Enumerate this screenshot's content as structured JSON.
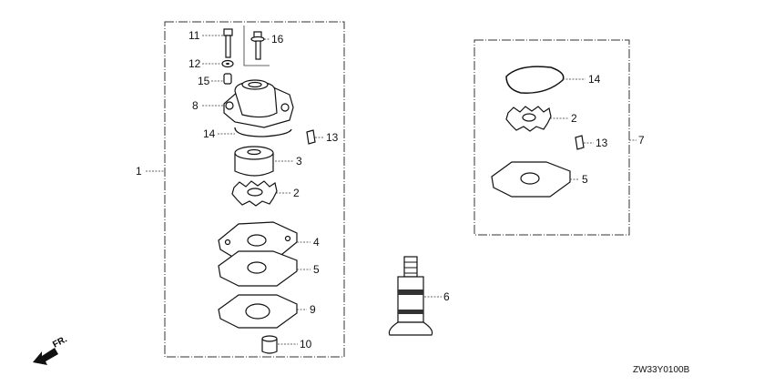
{
  "diagram": {
    "direction_marker": "FR.",
    "diagram_code": "ZW33Y0100B",
    "kit_left": {
      "label": "1",
      "parts": [
        {
          "ref": "11"
        },
        {
          "ref": "16"
        },
        {
          "ref": "12"
        },
        {
          "ref": "15"
        },
        {
          "ref": "8"
        },
        {
          "ref": "14"
        },
        {
          "ref": "13"
        },
        {
          "ref": "3"
        },
        {
          "ref": "2"
        },
        {
          "ref": "4"
        },
        {
          "ref": "5"
        },
        {
          "ref": "9"
        },
        {
          "ref": "10"
        }
      ]
    },
    "shaft": {
      "ref": "6"
    },
    "kit_right": {
      "label": "7",
      "parts": [
        {
          "ref": "14"
        },
        {
          "ref": "2"
        },
        {
          "ref": "13"
        },
        {
          "ref": "5"
        }
      ]
    }
  }
}
